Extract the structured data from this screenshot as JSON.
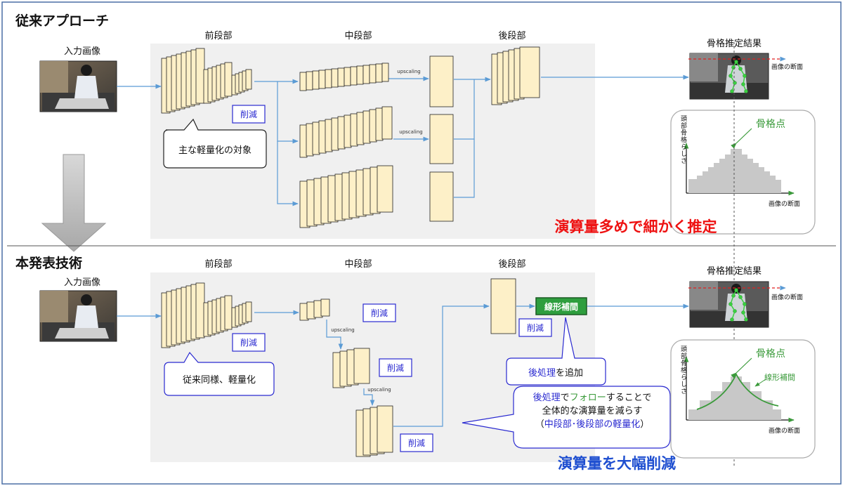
{
  "top": {
    "title": "従来アプローチ",
    "input_label": "入力画像",
    "stage_front": "前段部",
    "stage_mid": "中段部",
    "stage_back": "後段部",
    "upscaling": "upscaling",
    "reduce": "削減",
    "callout": "主な軽量化の対象",
    "result_label": "骨格推定結果",
    "cross_section": "画像の断面",
    "plot_ylabel": "頭部骨格らしさ",
    "plot_xlabel": "画像の断面",
    "keypoint": "骨格点",
    "summary": "演算量多めで細かく推定"
  },
  "bottom": {
    "title": "本発表技術",
    "input_label": "入力画像",
    "stage_front": "前段部",
    "stage_mid": "中段部",
    "stage_back": "後段部",
    "upscaling": "upscaling",
    "reduce": "削減",
    "interp_box": "線形補間",
    "callout_front": "従来同様、軽量化",
    "postproc_add_pre": "後処理",
    "postproc_add_post": "を追加",
    "follow_line1_a": "後処理",
    "follow_line1_b": "で",
    "follow_line1_c": "フォロー",
    "follow_line1_d": "することで",
    "follow_line2": "全体的な演算量を減らす",
    "follow_line3_a": "（",
    "follow_line3_b": "中段部･後段部の軽量化",
    "follow_line3_c": "）",
    "result_label": "骨格推定結果",
    "cross_section": "画像の断面",
    "plot_ylabel": "頭部骨格らしさ",
    "plot_xlabel": "画像の断面",
    "keypoint": "骨格点",
    "interp_label": "線形補間",
    "summary": "演算量を大幅削減"
  },
  "colors": {
    "panel": "#f0f0f0",
    "layer_fill": "#fdf0c8",
    "arrow": "#5b9bd5",
    "reduce_border": "#2a2ad0",
    "summary_red": "#ee1111",
    "summary_blue": "#1f4fd0",
    "green": "#3a9a3a",
    "interp_box": "#2e9e3e"
  }
}
